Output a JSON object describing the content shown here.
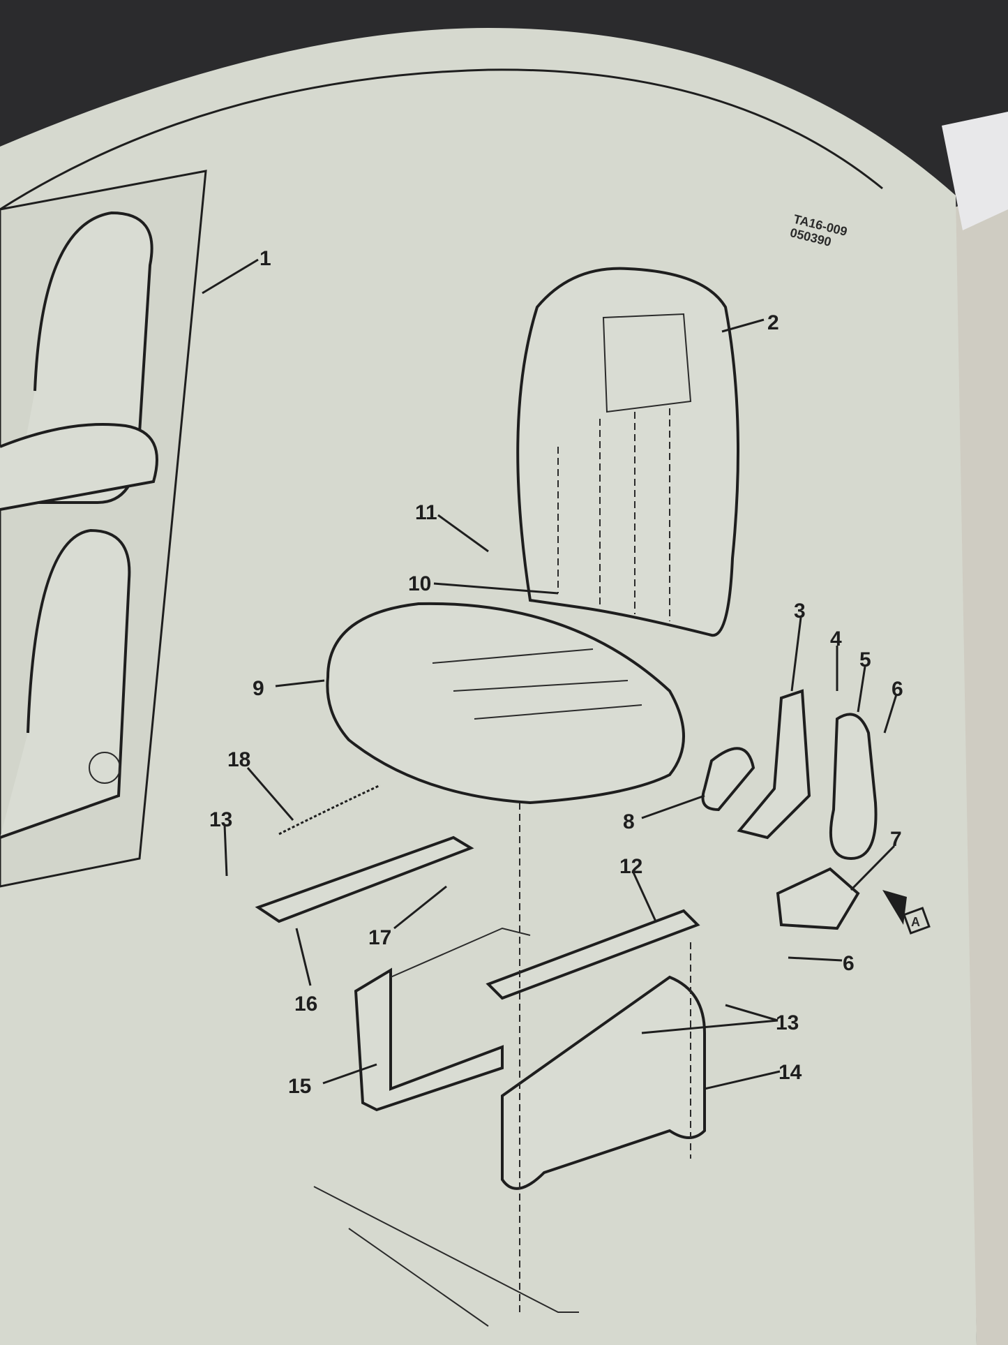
{
  "figure": {
    "reference_code": "TA16-009",
    "reference_date": "050390",
    "callouts": [
      "1",
      "2",
      "3",
      "4",
      "5",
      "6",
      "7",
      "8",
      "9",
      "10",
      "11",
      "12",
      "13",
      "13",
      "14",
      "15",
      "16",
      "17",
      "18",
      "6"
    ],
    "view_marker": "A"
  },
  "colors": {
    "paper": "#d6d9cf",
    "ink": "#1e1e1e",
    "background": "#2b2b2d"
  }
}
